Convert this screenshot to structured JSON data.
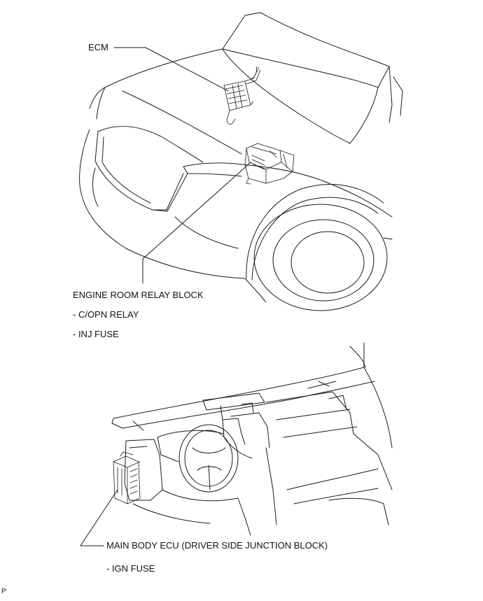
{
  "labels": {
    "ecm": "ECM",
    "engine_room_relay_block": "ENGINE ROOM RELAY BLOCK",
    "c_opn_relay": "- C/OPN RELAY",
    "inj_fuse": "- INJ FUSE",
    "main_body_ecu": "MAIN BODY ECU (DRIVER SIDE JUNCTION BLOCK)",
    "ign_fuse": "- IGN FUSE",
    "corner_mark": "P"
  }
}
